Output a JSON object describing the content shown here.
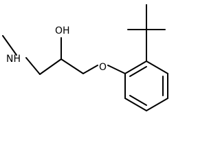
{
  "labels": {
    "hydroxyl": "OH",
    "amine": "NH",
    "ether_oxygen": "O"
  }
}
